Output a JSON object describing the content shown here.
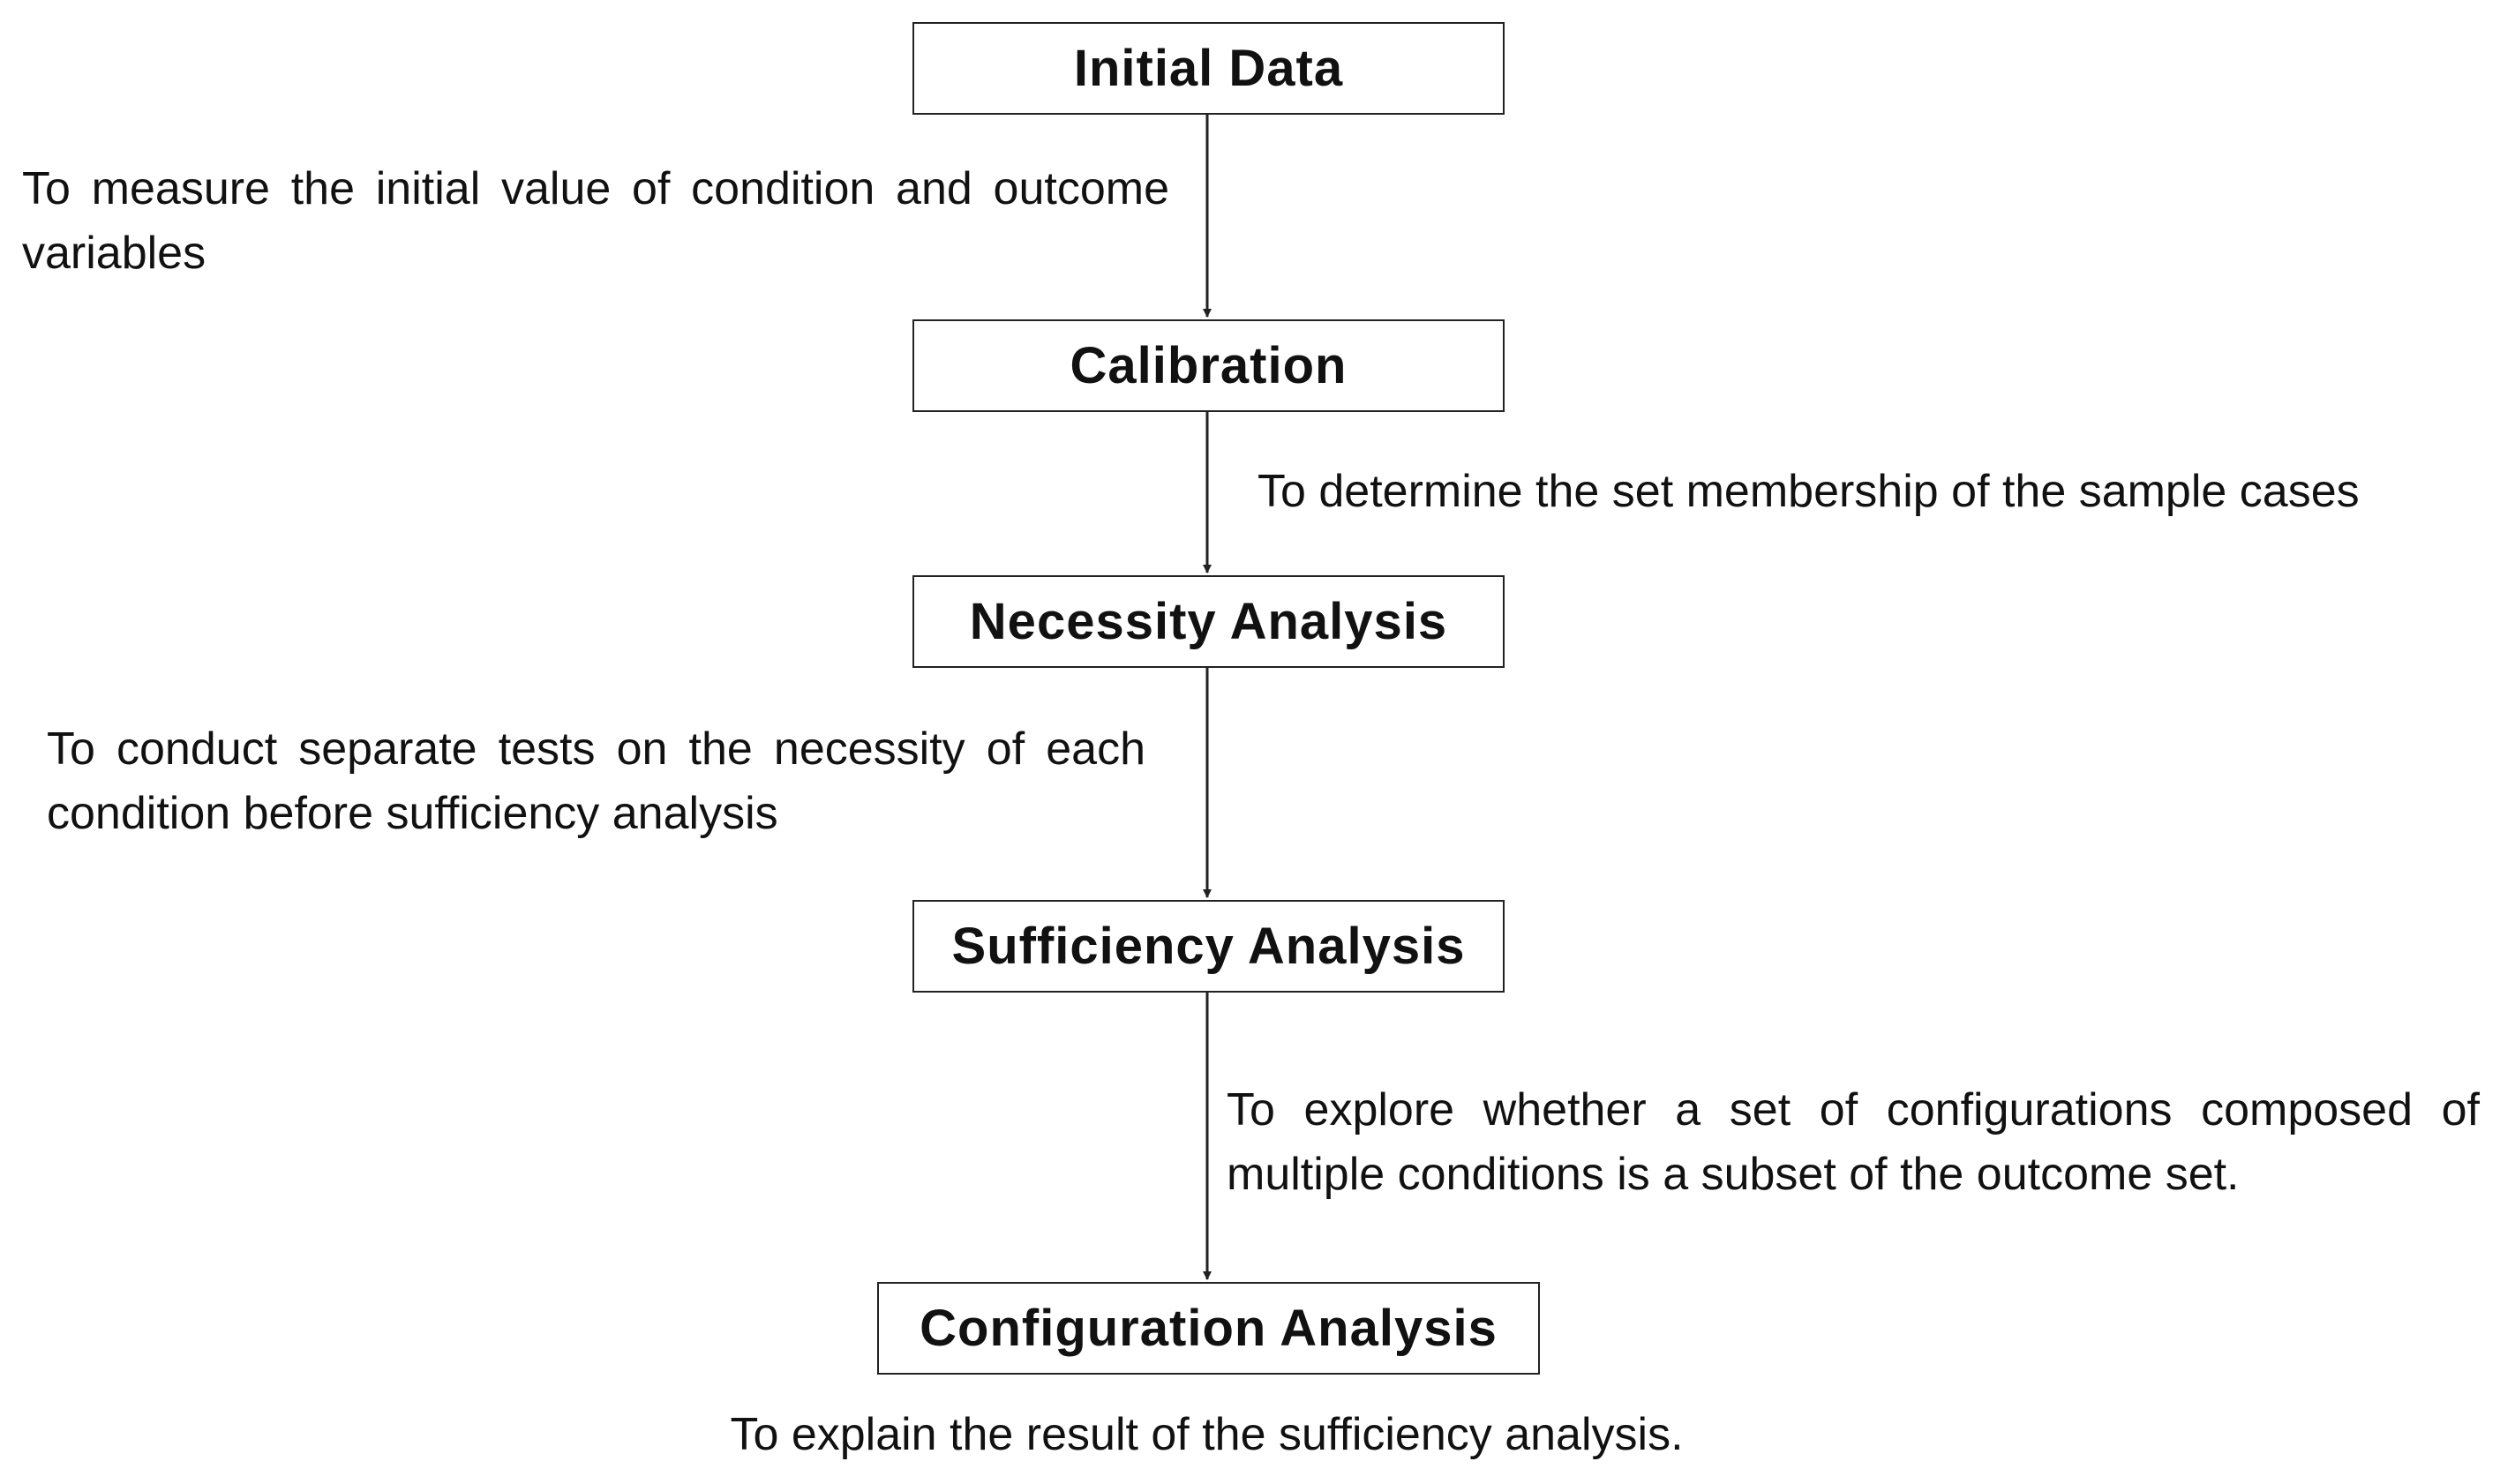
{
  "diagram": {
    "nodes": [
      {
        "id": "initial-data",
        "label": "Initial Data"
      },
      {
        "id": "calibration",
        "label": "Calibration"
      },
      {
        "id": "necessity-analysis",
        "label": "Necessity Analysis"
      },
      {
        "id": "sufficiency-analysis",
        "label": "Sufficiency Analysis"
      },
      {
        "id": "configuration-analysis",
        "label": "Configuration Analysis"
      }
    ],
    "edges": [
      {
        "from": "initial-data",
        "to": "calibration"
      },
      {
        "from": "calibration",
        "to": "necessity-analysis"
      },
      {
        "from": "necessity-analysis",
        "to": "sufficiency-analysis"
      },
      {
        "from": "sufficiency-analysis",
        "to": "configuration-analysis"
      }
    ],
    "annotations": [
      {
        "id": "note-initial-data",
        "text": "To measure the initial value of condition and outcome variables"
      },
      {
        "id": "note-calibration",
        "text": "To determine the set membership of the sample cases"
      },
      {
        "id": "note-necessity",
        "text": "To conduct separate tests on the necessity of each condition before sufficiency analysis"
      },
      {
        "id": "note-sufficiency",
        "text": "To explore whether a set of configurations composed of multiple conditions is a subset of the outcome set."
      },
      {
        "id": "note-configuration",
        "text": "To explain the result of the sufficiency analysis."
      }
    ],
    "colors": {
      "line": "#222222",
      "text": "#111111",
      "background": "#ffffff"
    }
  }
}
